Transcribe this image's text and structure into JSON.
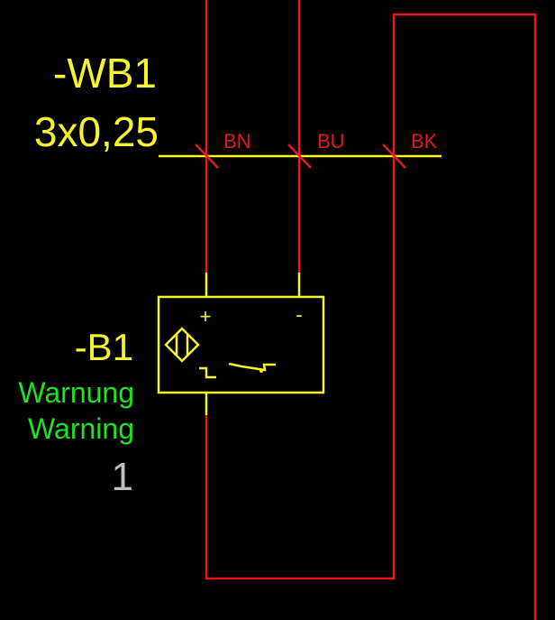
{
  "colors": {
    "background": "#000000",
    "wire": "#e8161b",
    "cable": "#f5f52e",
    "device": "#f5f52e",
    "description": "#20e020",
    "index": "#c0c0c0"
  },
  "cable": {
    "tag": "-WB1",
    "spec": "3x0,25",
    "cores": [
      "BN",
      "BU",
      "BK"
    ]
  },
  "device": {
    "tag": "-B1",
    "description_de": "Warnung",
    "description_en": "Warning",
    "index": "1",
    "terminal_plus": "+",
    "terminal_minus": "-",
    "symbol": "inductive-proximity-sensor-normally-open"
  }
}
